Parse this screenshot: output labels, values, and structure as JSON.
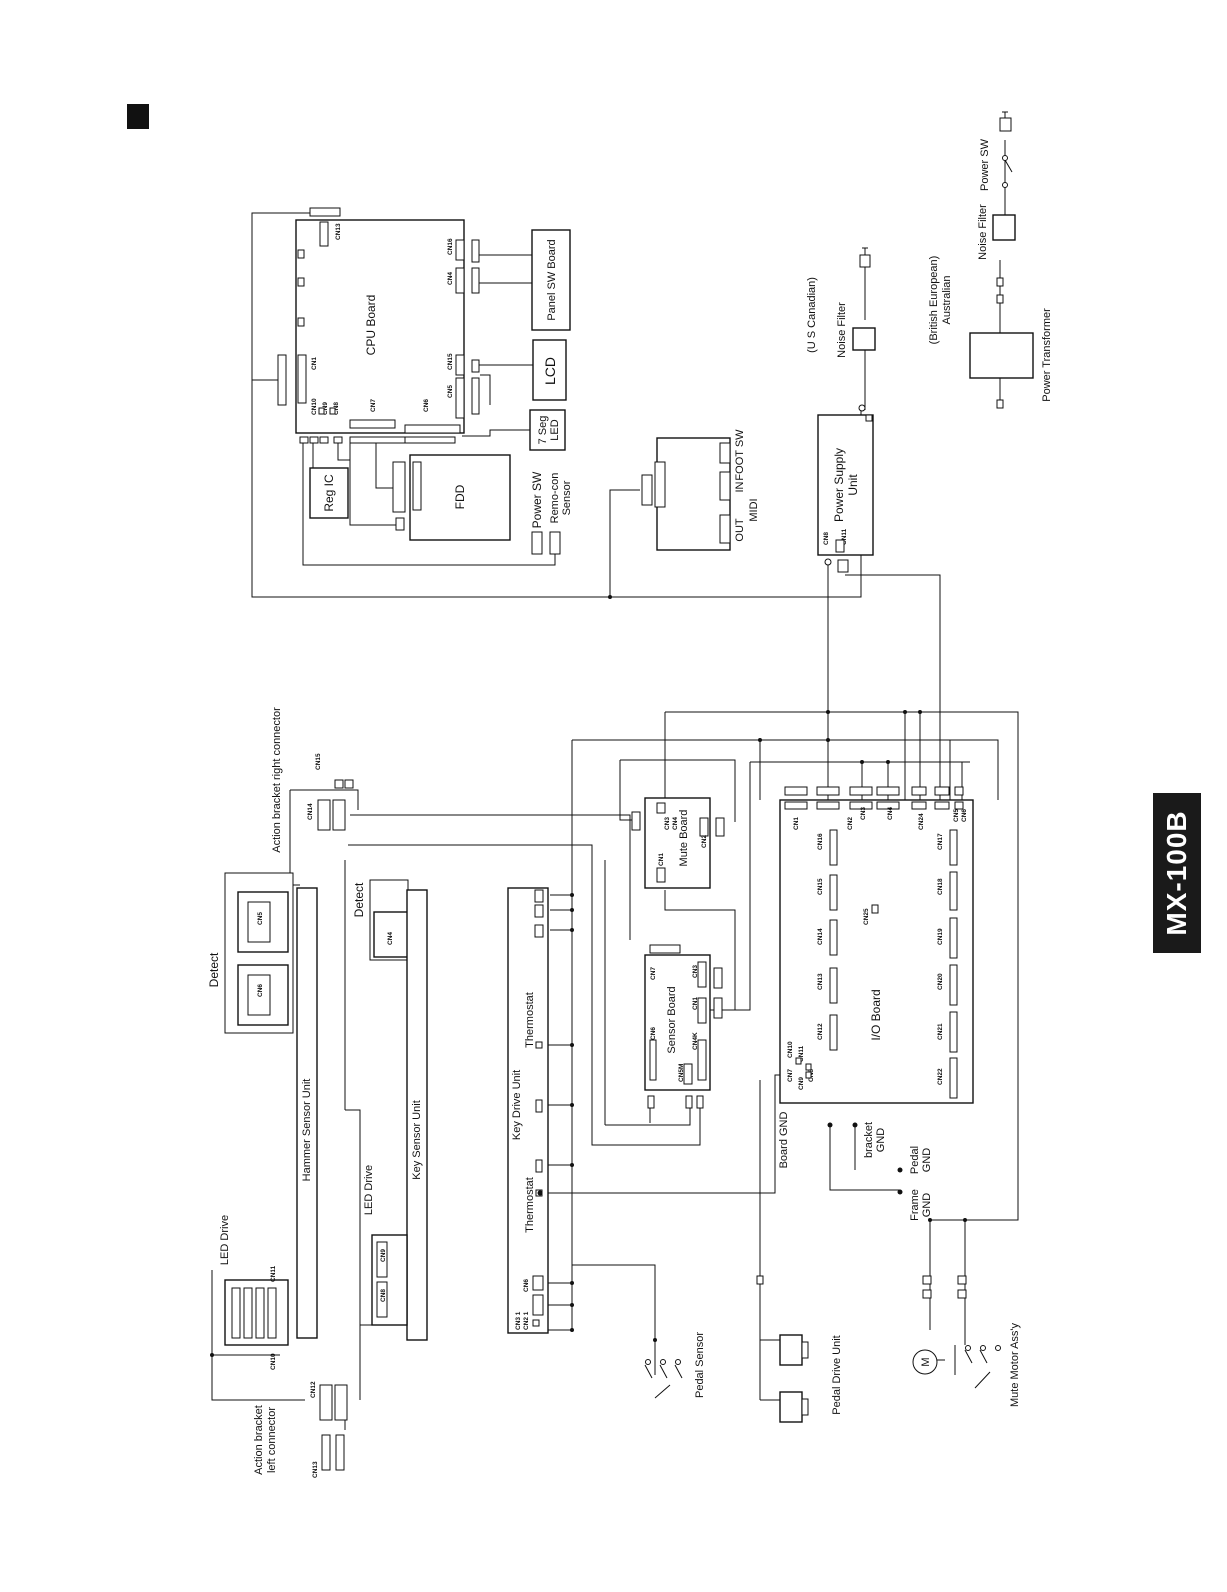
{
  "model": "MX-100B",
  "labels": {
    "cpu_board": "CPU Board",
    "panel_sw_board": "Panel SW Board",
    "lcd": "LCD",
    "seg_led_1": "7 Seg",
    "seg_led_2": "LED",
    "reg_ic": "Reg IC",
    "fdd": "FDD",
    "power_sw_left": "Power SW",
    "remocon_1": "Remo-con",
    "remocon_2": "Sensor",
    "foot_sw": "FOOT SW",
    "midi": "MIDI",
    "midi_in": "IN",
    "midi_out": "OUT",
    "us_canadian": "(U S Canadian)",
    "noise_filter_us": "Noise Filter",
    "psu_1": "Power Supply",
    "psu_2": "Unit",
    "british_1": "(British European)",
    "british_2": "Australian",
    "noise_filter_eu": "Noise Filter",
    "power_sw_right": "Power SW",
    "power_transformer": "Power Transformer",
    "action_right": "Action bracket right connector",
    "detect_top": "Detect",
    "detect_mid": "Detect",
    "led_drive_top": "LED Drive",
    "led_drive_mid": "LED Drive",
    "hammer_sensor_unit": "Hammer Sensor Unit",
    "key_sensor_unit": "Key Sensor Unit",
    "key_drive_unit": "Key Drive Unit",
    "thermostat_1": "Thermostat",
    "thermostat_2": "Thermostat",
    "mute_board": "Mute Board",
    "sensor_board": "Sensor Board",
    "io_board": "I/O Board",
    "board_gnd": "Board GND",
    "bracket_gnd_1": "bracket",
    "bracket_gnd_2": "GND",
    "pedal_gnd_1": "Pedal",
    "pedal_gnd_2": "GND",
    "frame_gnd_1": "Frame",
    "frame_gnd_2": "GND",
    "action_left_1": "Action bracket",
    "action_left_2": "left connector",
    "pedal_sensor": "Pedal Sensor",
    "pedal_drive_unit": "Pedal Drive Unit",
    "mute_motor": "Mute Motor Ass'y",
    "motor_symbol": "M"
  },
  "connectors": {
    "cpu_cn13": "CN13",
    "cpu_cn16": "CN16",
    "cpu_cn4": "CN4",
    "cpu_cn1": "CN1",
    "cpu_cn15": "CN15",
    "cpu_cn10": "CN10",
    "cpu_cn9": "CN9",
    "cpu_cn8": "CN8",
    "cpu_cn7": "CN7",
    "cpu_cn6": "CN6",
    "cpu_cn5": "CN5",
    "psu_cn8": "CN8",
    "psu_cn11": "CN11",
    "ab_cn15": "CN15",
    "ab_cn14": "CN14",
    "ab_cn12": "CN12",
    "ab_cn13": "CN13",
    "hs_cn5": "CN5",
    "hs_cn6": "CN6",
    "hs_cn11": "CN11",
    "hs_cn10": "CN10",
    "ks_cn4": "CN4",
    "ks_cn8": "CN8",
    "ks_cn9": "CN9",
    "mb_cn3": "CN3",
    "mb_cn4": "CN4",
    "mb_cn1": "CN1",
    "mb_cn2": "CN2",
    "sb_cn7": "CN7",
    "sb_cn3": "CN3",
    "sb_cn6": "CN6",
    "sb_cn1": "CN1",
    "sb_cn4k": "CN4K",
    "sb_cn5m": "CN5M",
    "kd_cn3": "CN3 1",
    "kd_cn2": "CN2 1",
    "kd_cn6": "CN6",
    "io_cn1": "CN1",
    "io_cn2": "CN2",
    "io_cn3": "CN3",
    "io_cn4": "CN4",
    "io_cn24": "CN24",
    "io_cn5": "CN5",
    "io_cn6": "CN6",
    "io_cn16": "CN16",
    "io_cn15": "CN15",
    "io_cn14": "CN14",
    "io_cn13": "CN13",
    "io_cn12": "CN12",
    "io_cn10": "CN10",
    "io_cn11": "CN11",
    "io_cn7": "CN7",
    "io_cn8": "CN8",
    "io_cn9": "CN9",
    "io_cn25": "CN25",
    "io_cn17": "CN17",
    "io_cn18": "CN18",
    "io_cn19": "CN19",
    "io_cn20": "CN20",
    "io_cn21": "CN21",
    "io_cn22": "CN22"
  }
}
